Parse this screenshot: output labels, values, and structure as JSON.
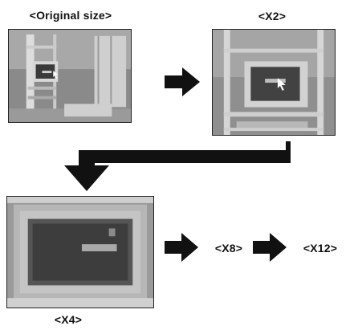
{
  "labels": {
    "original": "<Original size>",
    "x2": "<X2>",
    "x4": "<X4>",
    "x8": "<X8>",
    "x12": "<X12>"
  },
  "colors": {
    "arrow": "#111111",
    "background": "#ffffff"
  },
  "icons": {
    "arrow_right": "right-arrow-icon",
    "arrow_connector": "bent-down-left-arrow-icon"
  }
}
